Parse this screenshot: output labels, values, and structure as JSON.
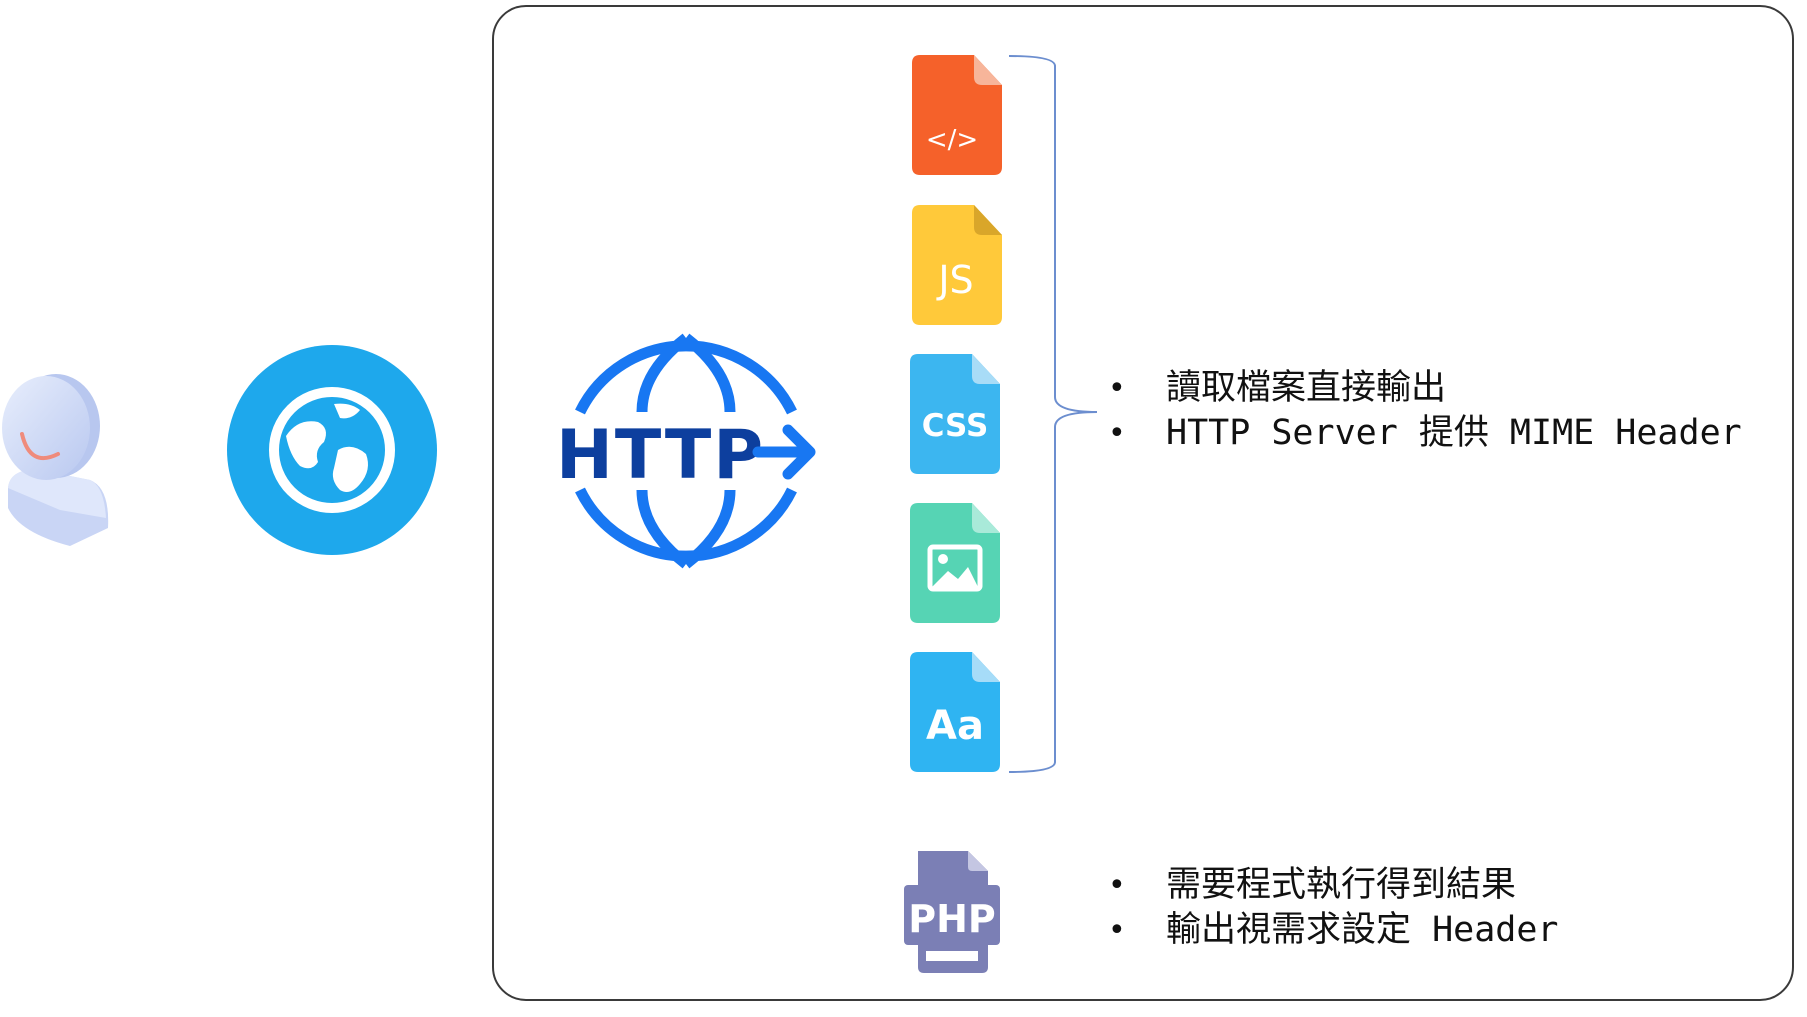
{
  "diagram": {
    "http_label": "HTTP",
    "file_labels": {
      "html": "</>",
      "js": "JS",
      "css": "CSS",
      "font": "Aa",
      "php": "PHP"
    },
    "static_notes": [
      "讀取檔案直接輸出",
      "HTTP Server 提供 MIME Header"
    ],
    "php_notes": [
      "需要程式執行得到結果",
      "輸出視需求設定 Header"
    ]
  }
}
